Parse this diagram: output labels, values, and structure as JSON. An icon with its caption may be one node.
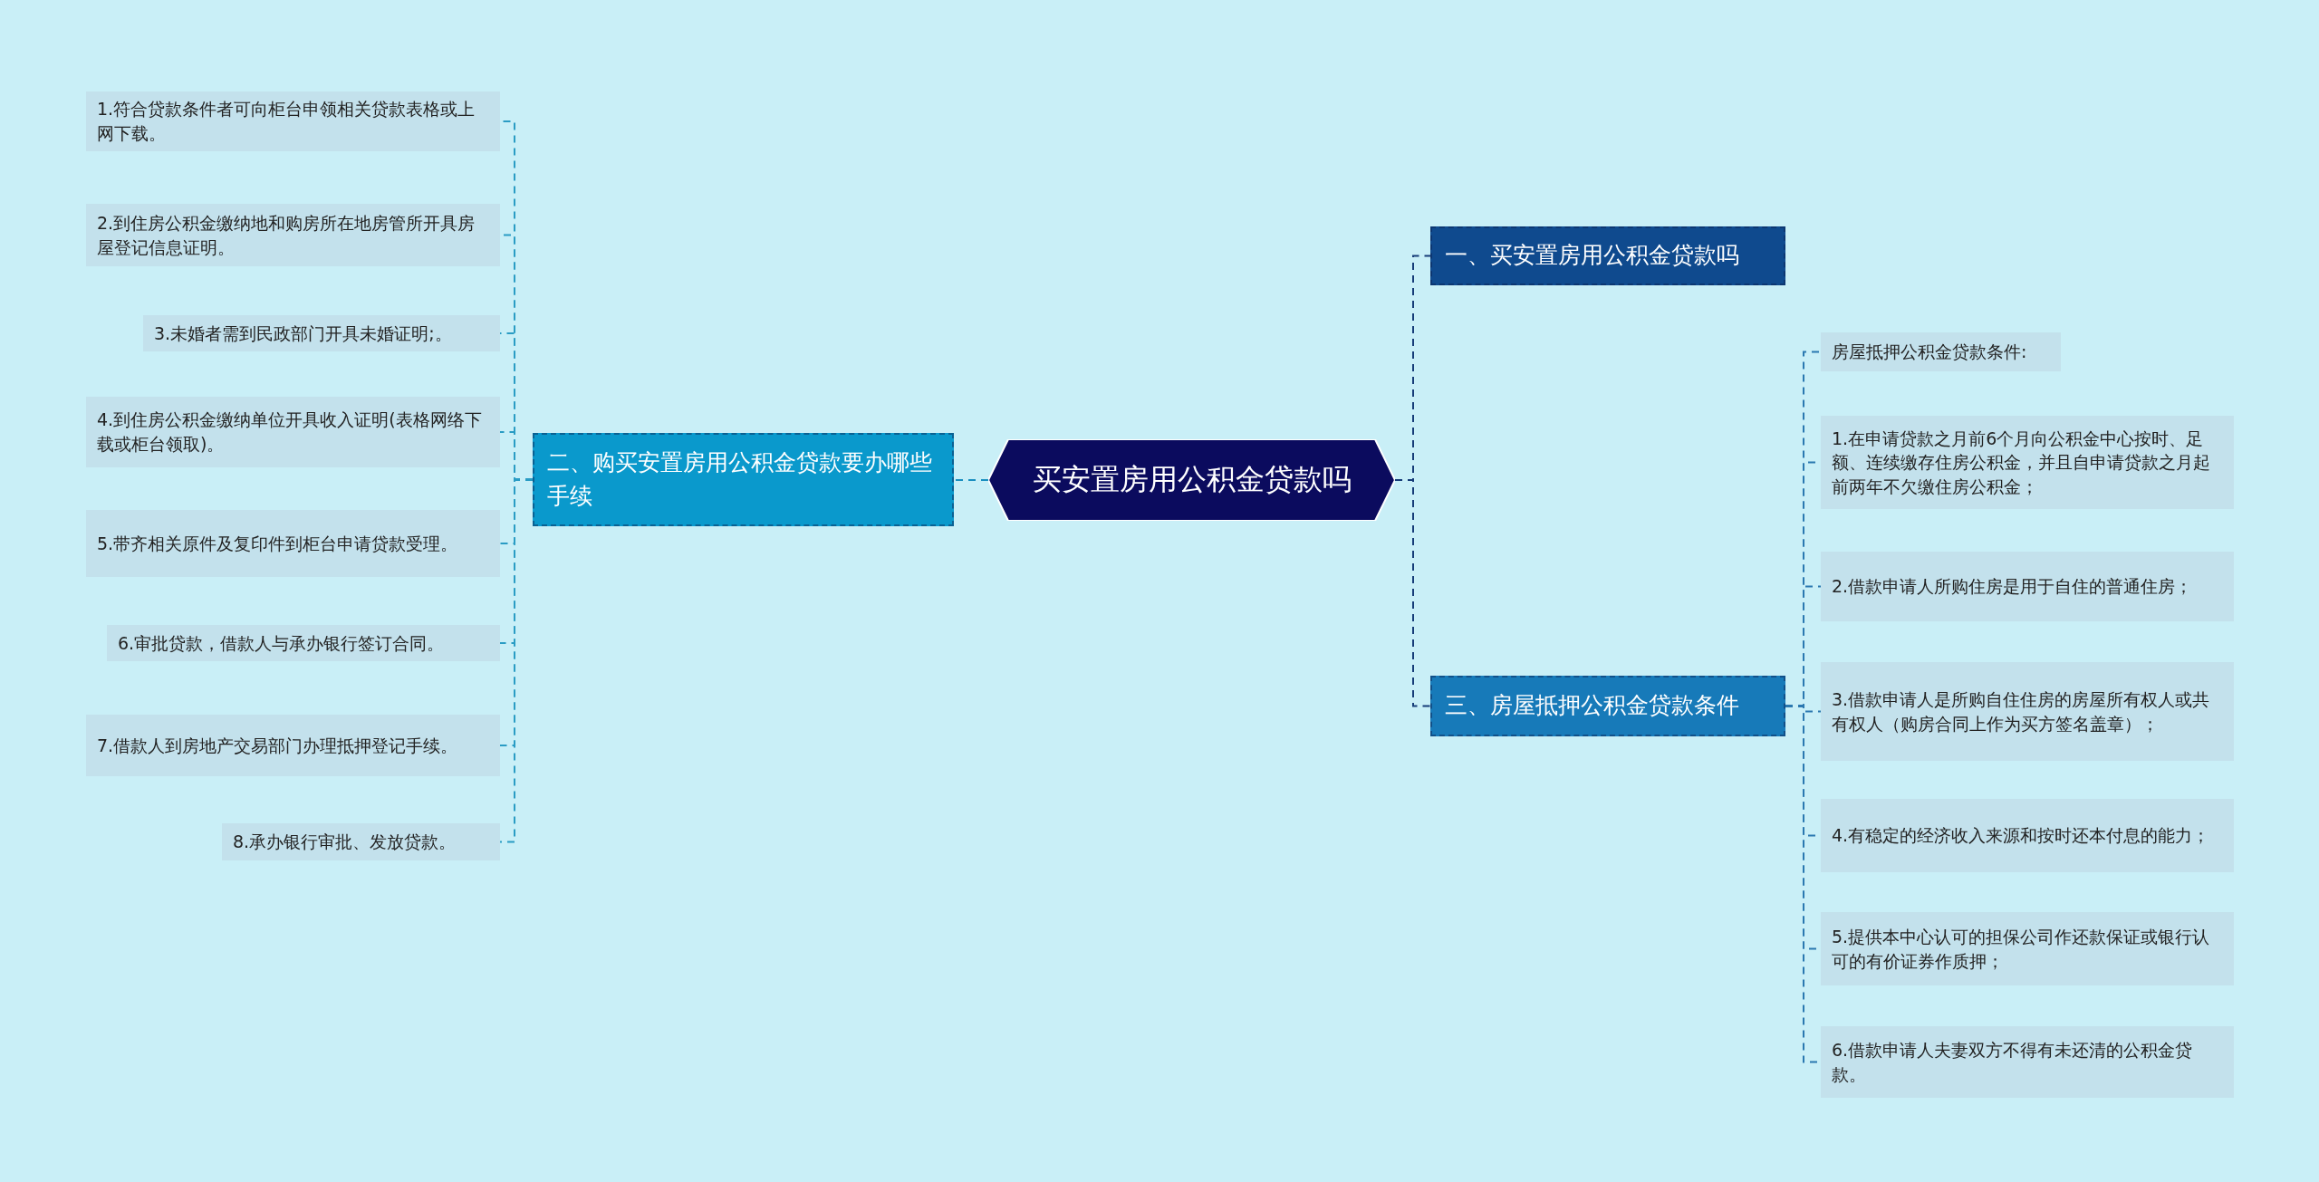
{
  "diagram": {
    "nodes": [
      {
        "text": [
          "买安置房用公积金贷款吗"
        ]
      },
      {
        "text": [
          "二、购买安置房用公积金贷款要办哪些手续"
        ]
      },
      {
        "text": [
          "1.符合贷款条件者可向柜台申领相关贷款表格或上网下载。"
        ]
      },
      {
        "text": [
          "2.到住房公积金缴纳地和购房所在地房管所开具房屋登记信息证明。"
        ]
      },
      {
        "text": [
          "3.未婚者需到民政部门开具未婚证明;。"
        ]
      },
      {
        "text": [
          "4.到住房公积金缴纳单位开具收入证明(表格网络下载或柜台领取)。"
        ]
      },
      {
        "text": [
          "5.带齐相关原件及复印件到柜台申请贷款受理。"
        ]
      },
      {
        "text": [
          "6.审批贷款，借款人与承办银行签订合同。"
        ]
      },
      {
        "text": [
          "7.借款人到房地产交易部门办理抵押登记手续。"
        ]
      },
      {
        "text": [
          "8.承办银行审批、发放贷款。"
        ]
      },
      {
        "text": [
          "一、买安置房用公积金贷款吗"
        ]
      },
      {
        "text": [
          "三、房屋抵押公积金贷款条件"
        ]
      },
      {
        "text": [
          "房屋抵押公积金贷款条件:"
        ]
      },
      {
        "text": [
          "1.在申请贷款之月前6个月向公积金中心按时、足额、连续缴存住房公积金，并且自申请贷款之月起前两年不欠缴住房公积金；"
        ]
      },
      {
        "text": [
          "2.借款申请人所购住房是用于自住的普通住房；"
        ]
      },
      {
        "text": [
          "3.借款申请人是所购自住住房的房屋所有权人或共有权人（购房合同上作为买方签名盖章）；"
        ]
      },
      {
        "text": [
          "4.有稳定的经济收入来源和按时还本付息的能力；"
        ]
      },
      {
        "text": [
          "5.提供本中心认可的担保公司作还款保证或银行认可的有价证券作质押；"
        ]
      },
      {
        "text": [
          "6.借款申请人夫妻双方不得有未还清的公积金贷款。"
        ]
      }
    ],
    "edges": [
      {
        "from": 0,
        "to": 1,
        "arrow": "none",
        "style": "dashed",
        "color": "#1a8fc0"
      },
      {
        "from": 1,
        "to": 2,
        "arrow": "none",
        "style": "dashed",
        "color": "#2a9cc4"
      },
      {
        "from": 1,
        "to": 3,
        "arrow": "none",
        "style": "dashed",
        "color": "#2a9cc4"
      },
      {
        "from": 1,
        "to": 4,
        "arrow": "none",
        "style": "dashed",
        "color": "#2a9cc4"
      },
      {
        "from": 1,
        "to": 5,
        "arrow": "none",
        "style": "dashed",
        "color": "#2a9cc4"
      },
      {
        "from": 1,
        "to": 6,
        "arrow": "none",
        "style": "dashed",
        "color": "#2a9cc4"
      },
      {
        "from": 1,
        "to": 7,
        "arrow": "none",
        "style": "dashed",
        "color": "#2a9cc4"
      },
      {
        "from": 1,
        "to": 8,
        "arrow": "none",
        "style": "dashed",
        "color": "#2a9cc4"
      },
      {
        "from": 1,
        "to": 9,
        "arrow": "none",
        "style": "dashed",
        "color": "#2a9cc4"
      },
      {
        "from": 0,
        "to": 10,
        "arrow": "none",
        "style": "dashed",
        "color": "#163c78"
      },
      {
        "from": 0,
        "to": 11,
        "arrow": "none",
        "style": "dashed",
        "color": "#163c78"
      },
      {
        "from": 11,
        "to": 12,
        "arrow": "none",
        "style": "dashed",
        "color": "#2a78b0"
      },
      {
        "from": 11,
        "to": 13,
        "arrow": "none",
        "style": "dashed",
        "color": "#2a78b0"
      },
      {
        "from": 11,
        "to": 14,
        "arrow": "none",
        "style": "dashed",
        "color": "#2a78b0"
      },
      {
        "from": 11,
        "to": 15,
        "arrow": "none",
        "style": "dashed",
        "color": "#2a78b0"
      },
      {
        "from": 11,
        "to": 16,
        "arrow": "none",
        "style": "dashed",
        "color": "#2a78b0"
      },
      {
        "from": 11,
        "to": 17,
        "arrow": "none",
        "style": "dashed",
        "color": "#2a78b0"
      },
      {
        "from": 11,
        "to": 18,
        "arrow": "none",
        "style": "dashed",
        "color": "#2a78b0"
      }
    ]
  }
}
